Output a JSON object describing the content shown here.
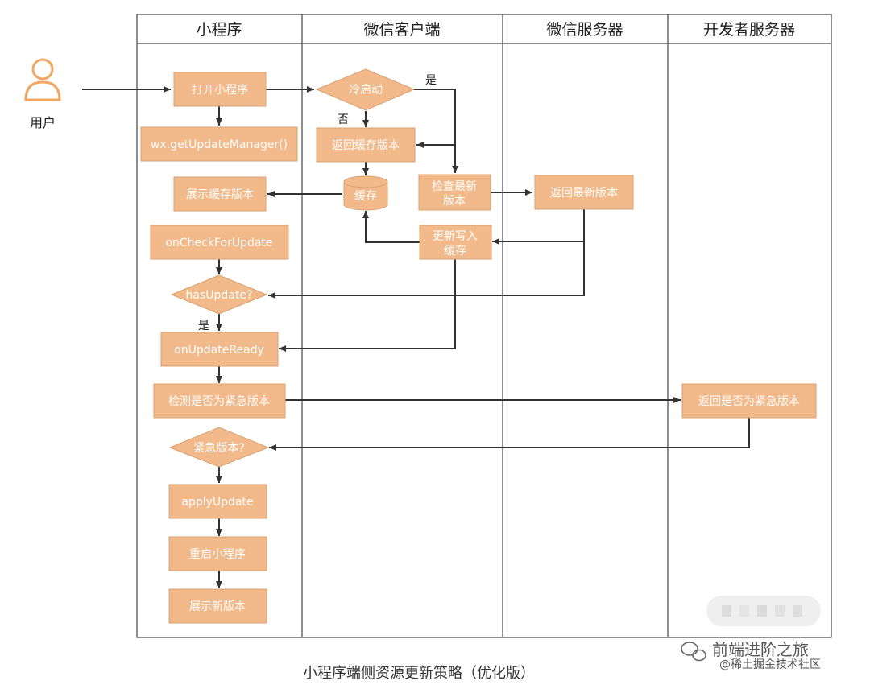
{
  "diagram": {
    "lanes": [
      "小程序",
      "微信客户端",
      "微信服务器",
      "开发者服务器"
    ],
    "actor": "用户",
    "nodes": {
      "open": "打开小程序",
      "getmgr": "wx.getUpdateManager()",
      "showcache": "展示缓存版本",
      "oncheck": "onCheckForUpdate",
      "hasupdate": "hasUpdate?",
      "onready": "onUpdateReady",
      "checkurgent": "检测是否为紧急版本",
      "urgent": "紧急版本?",
      "apply": "applyUpdate",
      "restart": "重启小程序",
      "shownew": "展示新版本",
      "coldstart": "冷启动",
      "retcache": "返回缓存版本",
      "cache": "缓存",
      "checklatest": [
        "检查最新",
        "版本"
      ],
      "writecache": [
        "更新写入",
        "缓存"
      ],
      "retlatest": "返回最新版本",
      "returgent": "返回是否为紧急版本"
    },
    "labels": {
      "yes1": "是",
      "no1": "否",
      "yes2": "是"
    },
    "caption": "小程序端侧资源更新策略（优化版）",
    "watermark": {
      "line1": "前端进阶之旅",
      "line2": "@稀土掘金技术社区"
    },
    "colors": {
      "node_fill": "#f2b98a",
      "node_stroke": "#d9a070",
      "line": "#333333",
      "lane_border": "#444444",
      "user_icon": "#f0a860"
    }
  }
}
